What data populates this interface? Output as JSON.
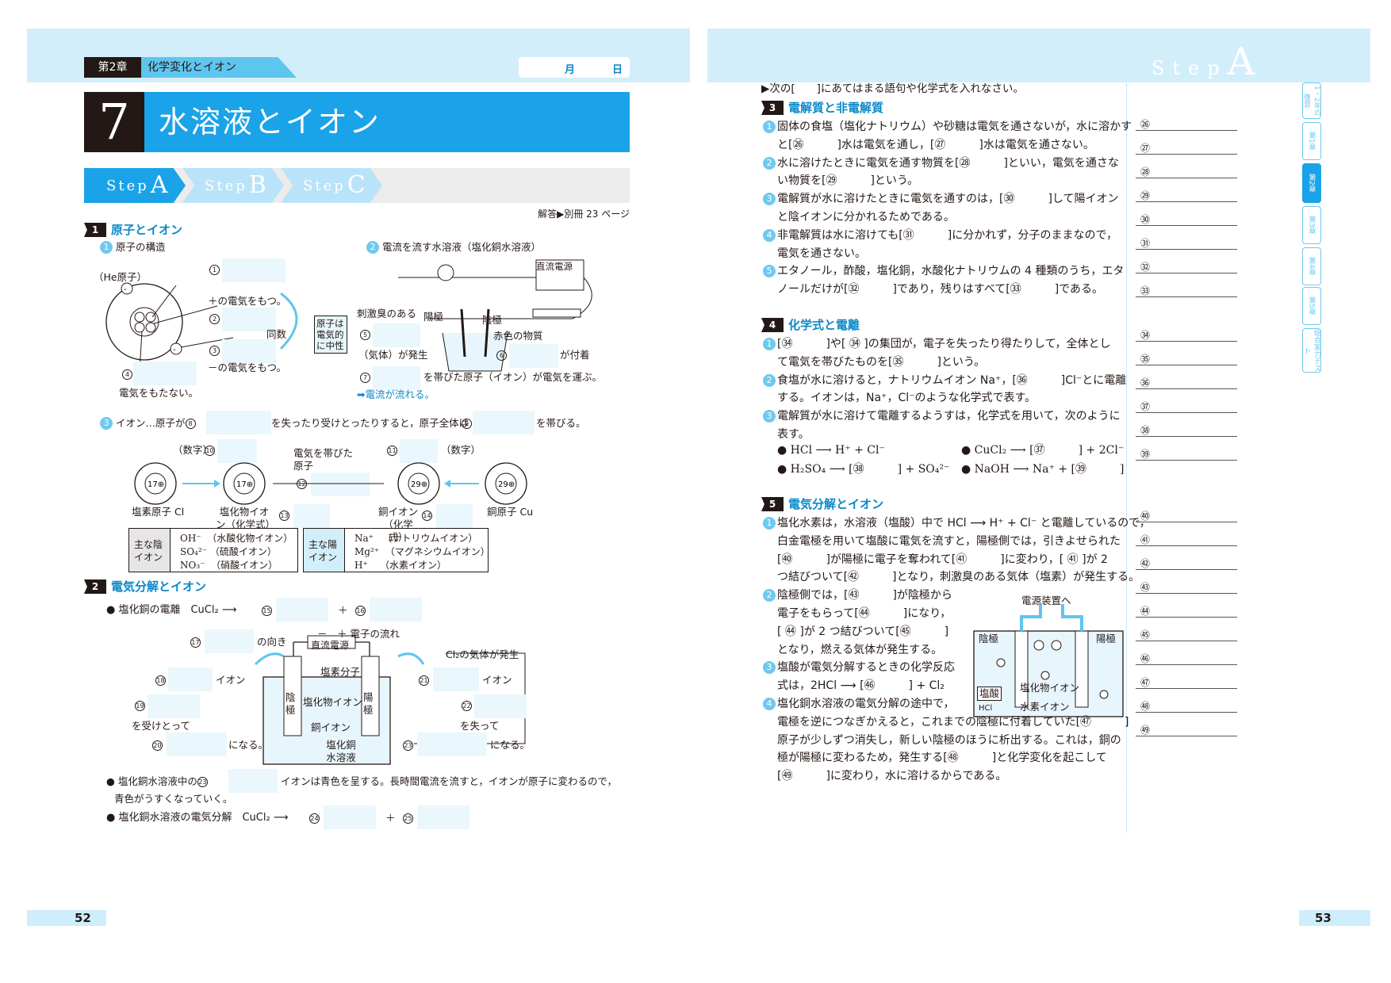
{
  "left": {
    "chapter_label": "第2章",
    "chapter_title": "化学変化とイオン",
    "date_month": "月",
    "date_day": "日",
    "lesson_number": "7",
    "lesson_title": "水溶液とイオン",
    "steps": [
      {
        "label": "Step",
        "letter": "A"
      },
      {
        "label": "Step",
        "letter": "B"
      },
      {
        "label": "Step",
        "letter": "C"
      }
    ],
    "answer_ref": "解答▶別冊 23 ページ",
    "section1": {
      "num": "1",
      "title": "原子とイオン",
      "item1": "原子の構造",
      "item2": "電流を流す水溶液（塩化銅水溶液）",
      "he_label": "（He原子）",
      "plus_charge": "＋の電気をもつ。",
      "minus_charge": "－の電気をもつ。",
      "no_charge": "電気をもたない。",
      "same_count": "同数",
      "neutral": "原子は電気的に中性",
      "dc_source": "直流電源",
      "irritating": "刺激臭のある",
      "anode_label": "陽極",
      "cathode_label": "陰極",
      "red_substance": "赤色の物質",
      "gas_label": "（気体）が発生",
      "attached": "が付着",
      "carry_text": "を帯びた原子（イオン）が電気を運ぶ。",
      "current_flows": "➡電流が流れる。",
      "item3_pre": "イオン…原子が",
      "item3_mid": "を失ったり受けとったりすると，原子全体は",
      "item3_post": "を帯びる。",
      "digit1": "（数字）",
      "digit2": "（数字）",
      "charged_atom": "電気を帯びた原子",
      "cl_atom": "塩素原子 Cl",
      "chloride_ion": "塩化物イオン（化学式）",
      "copper_ion": "銅イオン（化学式）",
      "copper_atom": "銅原子 Cu",
      "neg_ions_head": "主な陰イオン",
      "neg_ions": "OH⁻  （水酸化物イオン）\nSO₄²⁻ （硫酸イオン）\nNO₃⁻  （硝酸イオン）",
      "pos_ions_head": "主な陽イオン",
      "pos_ions": "Na⁺   （ナトリウムイオン）\nMg²⁺  （マグネシウムイオン）\nH⁺    （水素イオン）"
    },
    "section2": {
      "num": "2",
      "title": "電気分解とイオン",
      "ionization": "● 塩化銅の電離　CuCl₂ ⟶",
      "plus": "＋",
      "direction": "の向き",
      "electron_flow": "－　＋ 電子の流れ",
      "dc_source": "直流電源",
      "cl2_gas": "Cl₂の気体が発生",
      "chlorine_molecule": "塩素分子",
      "ion_left": "イオン",
      "ion_right": "イオン",
      "cathode": "陰極",
      "anode": "陽極",
      "chloride_ion": "塩化物イオン",
      "copper_ion": "銅イオン",
      "solution": "塩化銅水溶液",
      "receive": "を受けとって",
      "lose": "を失って",
      "becomes_l": "になる。",
      "becomes_r": "になる。",
      "blue_pre": "● 塩化銅水溶液中の",
      "blue_post": "イオンは青色を呈する。長時間電流を流すと，イオンが原子に変わるので，",
      "blue_post2": "青色がうすくなっていく。",
      "electrolysis": "● 塩化銅水溶液の電気分解　CuCl₂ ⟶"
    },
    "page_number": "52"
  },
  "right": {
    "step_header": {
      "label": "Step",
      "letter": "A"
    },
    "instruction": "▶次の[　　]にあてはまる語句や化学式を入れなさい。",
    "section3": {
      "num": "3",
      "title": "電解質と非電解質",
      "lines": [
        "固体の食塩（塩化ナトリウム）や砂糖は電気を通さないが，水に溶かす",
        "と[㉖　　　]水は電気を通し，[㉗　　　]水は電気を通さない。",
        "水に溶けたときに電気を通す物質を[㉘　　　]といい，電気を通さな",
        "い物質を[㉙　　　]という。",
        "電解質が水に溶けたときに電気を通すのは，[㉚　　　]して陽イオン",
        "と陰イオンに分かれるためである。",
        "非電解質は水に溶けても[㉛　　　]に分かれず，分子のままなので，",
        "電気を通さない。",
        "エタノール，酢酸，塩化銅，水酸化ナトリウムの 4 種類のうち，エタ",
        "ノールだけが[㉜　　　]であり，残りはすべて[㉝　　　]である。"
      ]
    },
    "section4": {
      "num": "4",
      "title": "化学式と電離",
      "lines": [
        "[㉞　　　]や[ ㉞ ]の集団が，電子を失ったり得たりして，全体とし",
        "て電気を帯びたものを[㉟　　　]という。",
        "食塩が水に溶けると，ナトリウムイオン Na⁺，[㊱　　　]Cl⁻とに電離",
        "する。イオンは，Na⁺，Cl⁻のような化学式で表す。",
        "電解質が水に溶けて電離するようすは，化学式を用いて，次のように",
        "表す。"
      ],
      "eq1": "● HCl ⟶ H⁺ + Cl⁻",
      "eq2": "● CuCl₂ ⟶ [㊲　　　] + 2Cl⁻",
      "eq3": "● H₂SO₄ ⟶ [㊳　　　] + SO₄²⁻",
      "eq4": "● NaOH ⟶ Na⁺ + [㊴　　　]"
    },
    "section5": {
      "num": "5",
      "title": "電気分解とイオン",
      "lines": [
        "塩化水素は，水溶液（塩酸）中で HCl ⟶ H⁺ + Cl⁻ と電離しているので，",
        "白金電極を用いて塩酸に電気を流すと，陽極側では，引きよせられた",
        "[㊵　　　]が陽極に電子を奪われて[㊶　　　]に変わり，[ ㊶ ]が 2",
        "つ結びついて[㊷　　　]となり，刺激臭のある気体（塩素）が発生する。",
        "陰極側では，[㊸　　　]が陰極から",
        "電子をもらって[㊹　　　]になり，",
        "[ ㊹ ]が 2 つ結びついて[㊺　　　]",
        "となり，燃える気体が発生する。",
        "塩酸が電気分解するときの化学反応",
        "式は，2HCl ⟶ [㊻　　　] + Cl₂",
        "塩化銅水溶液の電気分解の途中で，",
        "電極を逆につなぎかえると，これまでの陰極に付着していた[㊼　　　]",
        "原子が少しずつ消失し，新しい陰極のほうに析出する。これは，銅の",
        "極が陽極に変わるため，発生する[㊽　　　]と化学変化を起こして",
        "[㊾　　　]に変わり，水に溶けるからである。"
      ],
      "power_device": "電源装置へ",
      "cathode": "陰極",
      "anode": "陽極",
      "hydrochloric": "塩酸",
      "hcl": "HCl",
      "chloride_ion": "塩化物イオン",
      "hydrogen_ion": "水素イオン"
    },
    "answer_numbers": [
      "㉖",
      "㉗",
      "㉘",
      "㉙",
      "㉚",
      "㉛",
      "㉜",
      "㉝",
      "㉞",
      "㉟",
      "㊱",
      "㊲",
      "㊳",
      "㊴",
      "㊵",
      "㊶",
      "㊷",
      "㊸",
      "㊹",
      "㊺",
      "㊻",
      "㊼",
      "㊽",
      "㊾"
    ],
    "side_tabs": [
      "1・2年の復習",
      "第1章",
      "第2章",
      "第3章",
      "第4章",
      "第5章",
      "総合実力テスト"
    ],
    "page_number": "53"
  }
}
